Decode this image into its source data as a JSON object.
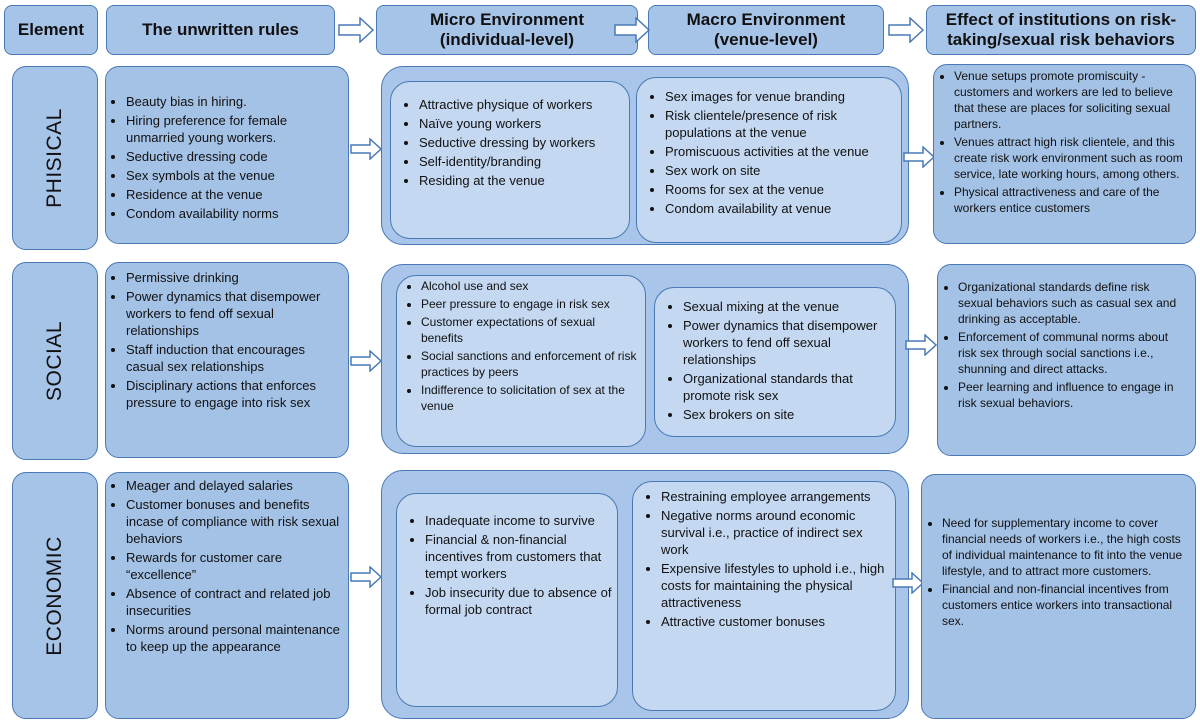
{
  "headers": {
    "element": "Element",
    "rules": "The unwritten rules",
    "micro_line1": "Micro Environment",
    "micro_line2": "(individual-level)",
    "macro_line1": "Macro Environment",
    "macro_line2": "(venue-level)",
    "effect_line1": "Effect of institutions on risk-",
    "effect_line2": "taking/sexual risk behaviors"
  },
  "rows": {
    "physical": {
      "label": "PHISICAL",
      "rules": [
        "Beauty bias in hiring.",
        "Hiring preference for female unmarried young workers.",
        "Seductive dressing code",
        "Sex symbols at the venue",
        "Residence at the venue",
        "Condom availability norms"
      ],
      "micro": [
        "Attractive physique of workers",
        "Naïve young workers",
        "Seductive dressing by workers",
        "Self-identity/branding",
        "Residing at the venue"
      ],
      "macro": [
        "Sex images for venue branding",
        "Risk clientele/presence of risk populations at the venue",
        "Promiscuous activities at the venue",
        "Sex work on site",
        "Rooms for sex at the venue",
        "Condom availability at venue"
      ],
      "effect": [
        "Venue setups  promote promiscuity - customers and workers are led to believe that these are places for soliciting sexual partners.",
        "Venues attract high risk clientele, and this create risk work environment such as room service, late working hours, among others.",
        "Physical attractiveness and care of the workers entice customers"
      ]
    },
    "social": {
      "label": "SOCIAL",
      "rules": [
        "Permissive drinking",
        "Power dynamics that disempower workers to fend off sexual relationships",
        "Staff induction that encourages casual sex relationships",
        "Disciplinary actions that enforces pressure to engage into risk sex"
      ],
      "micro": [
        "Alcohol use and sex",
        "Peer pressure to engage in risk sex",
        "Customer expectations of sexual benefits",
        "Social sanctions and enforcement of risk practices by peers",
        "Indifference to solicitation of sex at the venue"
      ],
      "macro": [
        "Sexual mixing at the venue",
        "Power dynamics that disempower workers to fend off sexual relationships",
        "Organizational standards that promote risk sex",
        "Sex brokers on site"
      ],
      "effect": [
        "Organizational standards define risk sexual behaviors such as casual sex and drinking as acceptable.",
        "Enforcement of communal norms about risk sex through social sanctions i.e., shunning and direct attacks.",
        "Peer learning and influence to engage in risk sexual behaviors."
      ]
    },
    "economic": {
      "label": "ECONOMIC",
      "rules": [
        "Meager and delayed salaries",
        "Customer bonuses and benefits incase of compliance with risk sexual behaviors",
        "Rewards for customer care “excellence”",
        "Absence of contract and related job insecurities",
        "Norms around personal maintenance to keep up the appearance"
      ],
      "micro": [
        "Inadequate income to survive",
        "Financial & non-financial incentives from customers that tempt workers",
        "Job insecurity due to absence of formal job contract"
      ],
      "macro": [
        "Restraining employee arrangements",
        "Negative norms around economic survival i.e., practice of indirect sex work",
        "Expensive lifestyles to uphold i.e., high costs for maintaining the physical attractiveness",
        "Attractive customer bonuses"
      ],
      "effect": [
        "Need for supplementary income to cover financial needs of workers i.e., the high costs of individual maintenance to fit into the venue lifestyle, and to attract more customers.",
        "Financial and non-financial incentives from customers entice workers into transactional sex."
      ]
    }
  },
  "colors": {
    "box_fill": "#a4c2e6",
    "inner_fill": "#c4d8f1",
    "border": "#4a7ab5",
    "arrow_fill": "#ffffff"
  }
}
